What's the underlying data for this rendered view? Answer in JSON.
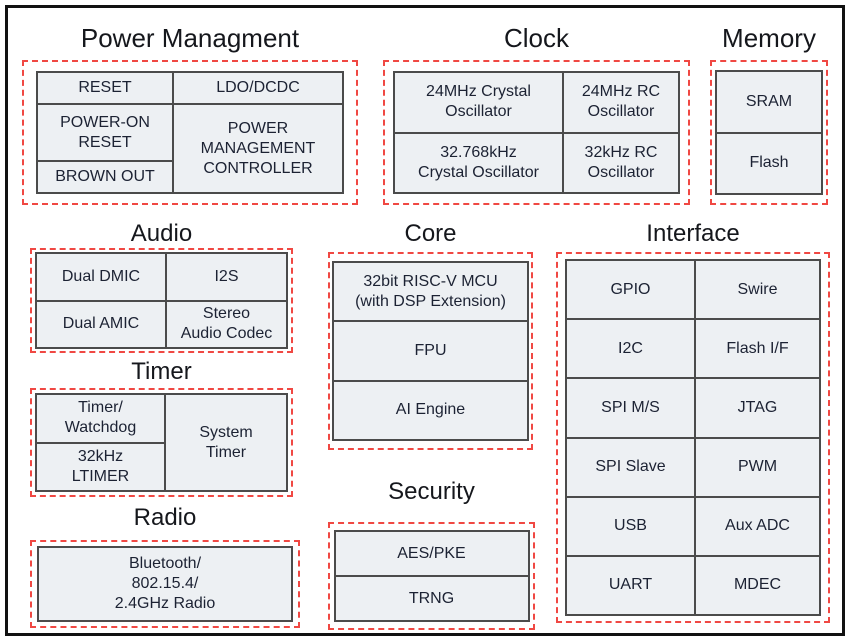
{
  "colors": {
    "page-bg": "#ffffff",
    "frame-border": "#111111",
    "dashed": "#f04843",
    "cell-bg": "#edf0f3",
    "cell-border": "#4b4b4b",
    "title-text": "#15171c",
    "cell-text": "#1c2233"
  },
  "sections": {
    "power": {
      "title": "Power Managment",
      "cells": {
        "reset": "RESET",
        "ldo_dcdc": "LDO/DCDC",
        "power_on_reset": "POWER-ON\nRESET",
        "pmc": "POWER\nMANAGEMENT\nCONTROLLER",
        "brown_out": "BROWN OUT"
      }
    },
    "clock": {
      "title": "Clock",
      "cells": {
        "xtal_24mhz": "24MHz Crystal\nOscillator",
        "rc_24mhz": "24MHz RC\nOscillator",
        "xtal_32khz": "32.768kHz\nCrystal Oscillator",
        "rc_32khz": "32kHz RC\nOscillator"
      }
    },
    "memory": {
      "title": "Memory",
      "cells": {
        "sram": "SRAM",
        "flash": "Flash"
      }
    },
    "audio": {
      "title": "Audio",
      "cells": {
        "dual_dmic": "Dual DMIC",
        "i2s": "I2S",
        "dual_amic": "Dual AMIC",
        "stereo_codec": "Stereo\nAudio Codec"
      }
    },
    "core": {
      "title": "Core",
      "cells": {
        "mcu": "32bit RISC-V MCU\n(with DSP Extension)",
        "fpu": "FPU",
        "ai_engine": "AI Engine"
      }
    },
    "interface": {
      "title": "Interface",
      "cells": {
        "gpio": "GPIO",
        "swire": "Swire",
        "i2c": "I2C",
        "flash_if": "Flash I/F",
        "spi_ms": "SPI M/S",
        "jtag": "JTAG",
        "spi_slave": "SPI Slave",
        "pwm": "PWM",
        "usb": "USB",
        "aux_adc": "Aux ADC",
        "uart": "UART",
        "mdec": "MDEC"
      }
    },
    "timer": {
      "title": "Timer",
      "cells": {
        "timer_watchdog": "Timer/\nWatchdog",
        "ltimer_32khz": "32kHz\nLTIMER",
        "system_timer": "System\nTimer"
      }
    },
    "radio": {
      "title": "Radio",
      "cells": {
        "radio_block": "Bluetooth/\n802.15.4/\n2.4GHz Radio"
      }
    },
    "security": {
      "title": "Security",
      "cells": {
        "aes_pke": "AES/PKE",
        "trng": "TRNG"
      }
    }
  }
}
